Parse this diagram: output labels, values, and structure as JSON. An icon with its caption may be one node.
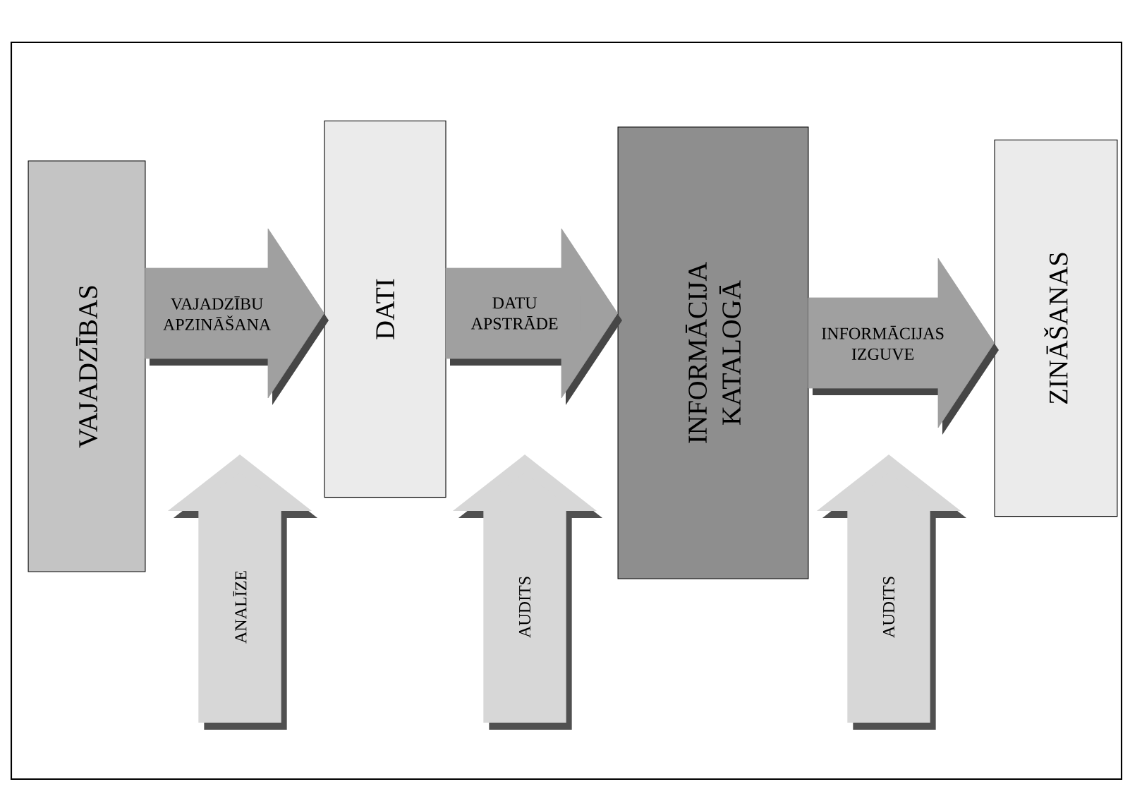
{
  "diagram": {
    "nodes": [
      {
        "text": [
          "VAJADZĪBAS"
        ]
      },
      {
        "text": [
          "DATI"
        ]
      },
      {
        "text": [
          "INFORMĀCIJA KATALOGĀ"
        ]
      },
      {
        "text": [
          "ZINĀŠANAS"
        ]
      }
    ],
    "edges": [
      {
        "from": 0,
        "to": 1,
        "arrow": "to",
        "label": "VAJADZĪBU APZINĀŠANA"
      },
      {
        "from": 1,
        "to": 2,
        "arrow": "to",
        "label": "DATU APSTRĀDE"
      },
      {
        "from": 2,
        "to": 3,
        "arrow": "to",
        "label": "INFORMĀCIJAS IZGUVE"
      }
    ],
    "labels": [
      "ANALĪZE",
      "AUDITS",
      "AUDITS"
    ]
  }
}
